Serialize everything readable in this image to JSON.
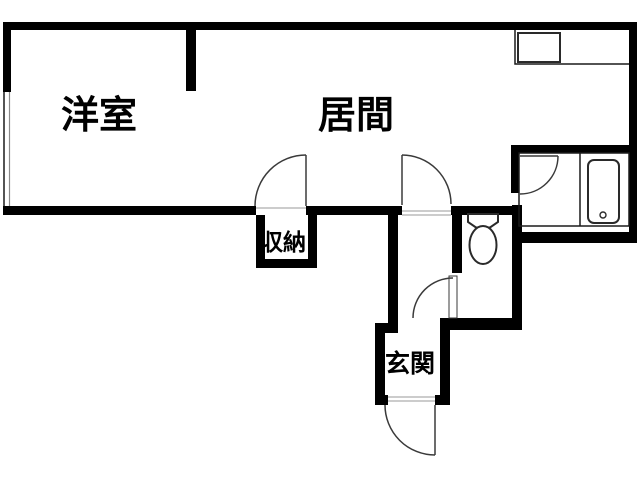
{
  "floorplan": {
    "background_color": "#ffffff",
    "wall_color": "#000000",
    "line_color": "#1a1a1a",
    "rooms": {
      "western_room": {
        "label": "洋室"
      },
      "living_room": {
        "label": "居間"
      },
      "storage": {
        "label": "収納"
      },
      "entrance": {
        "label": "玄関"
      }
    },
    "fixtures": {
      "kitchen_sink": "kitchen-counter-with-sink",
      "bathtub": "bathtub-with-drain",
      "toilet": "toilet-with-tank",
      "window": "left-wall-window"
    }
  }
}
